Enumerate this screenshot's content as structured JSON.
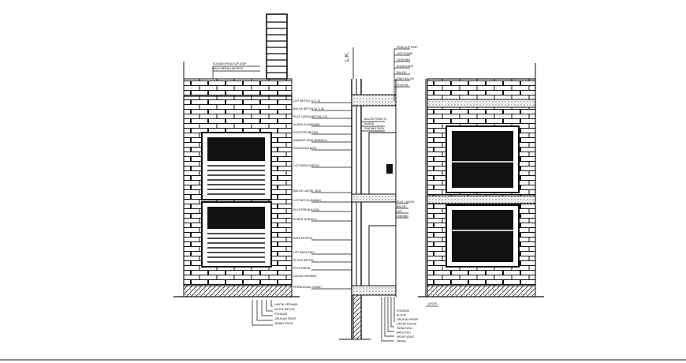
{
  "drawing": {
    "section_marker": "L.K.",
    "note_groups": {
      "left_top": [
        "ELEMEN PENUTUP ATAP",
        "BATA MERAH EKSPOS"
      ],
      "center": [
        "LIST BETON 12 X 12",
        "BALOK BETON 15 X 30",
        "PLAT LANTAI BETON t=12",
        "KUSEN ALUMINIUM",
        "ROOSTER BETON",
        "AMBANG ATAS JENDELA",
        "PASANGAN BATA",
        "LIST BATA EKSPOS",
        "BALOK LANTAI 15/30",
        "LIST BETON BAWAH",
        "PLESTERAN ACIAN",
        "KUSEN JENDELA",
        "BATA EKSPOS",
        "LIST BATA ATAS",
        "SLOOF BETON",
        "PLESTERAN",
        "LANTAI KERAMIK",
        "PERMUKAAN TANAH"
      ],
      "top_right": [
        "PENUTUP ATAP",
        "LIST PLANK",
        "GORDING",
        "KUDA-KUDA",
        "BALOK",
        "RING BALOK",
        "PLAFON"
      ],
      "mid_right": [
        "BALOK PRAKTIS",
        "KUSEN",
        "DINDING BATA"
      ],
      "right_floor": [
        "PLAT LANTAI",
        "BALOK",
        "LIST",
        "DINDING"
      ],
      "bottom_left": [
        "LANTAI KERAMIK",
        "SLOOF BETON",
        "PONDASI",
        "URUGAN PASIR",
        "TANAH URUG"
      ],
      "bottom_right": [
        "PONDASI",
        "SLOOF",
        "URUGAN PASIR",
        "LANTAI KERJA",
        "TANAH ASLI",
        "BATU KALI",
        "PASIR URUG",
        "TANAH"
      ],
      "floor_right": [
        "LANTAI"
      ]
    }
  }
}
